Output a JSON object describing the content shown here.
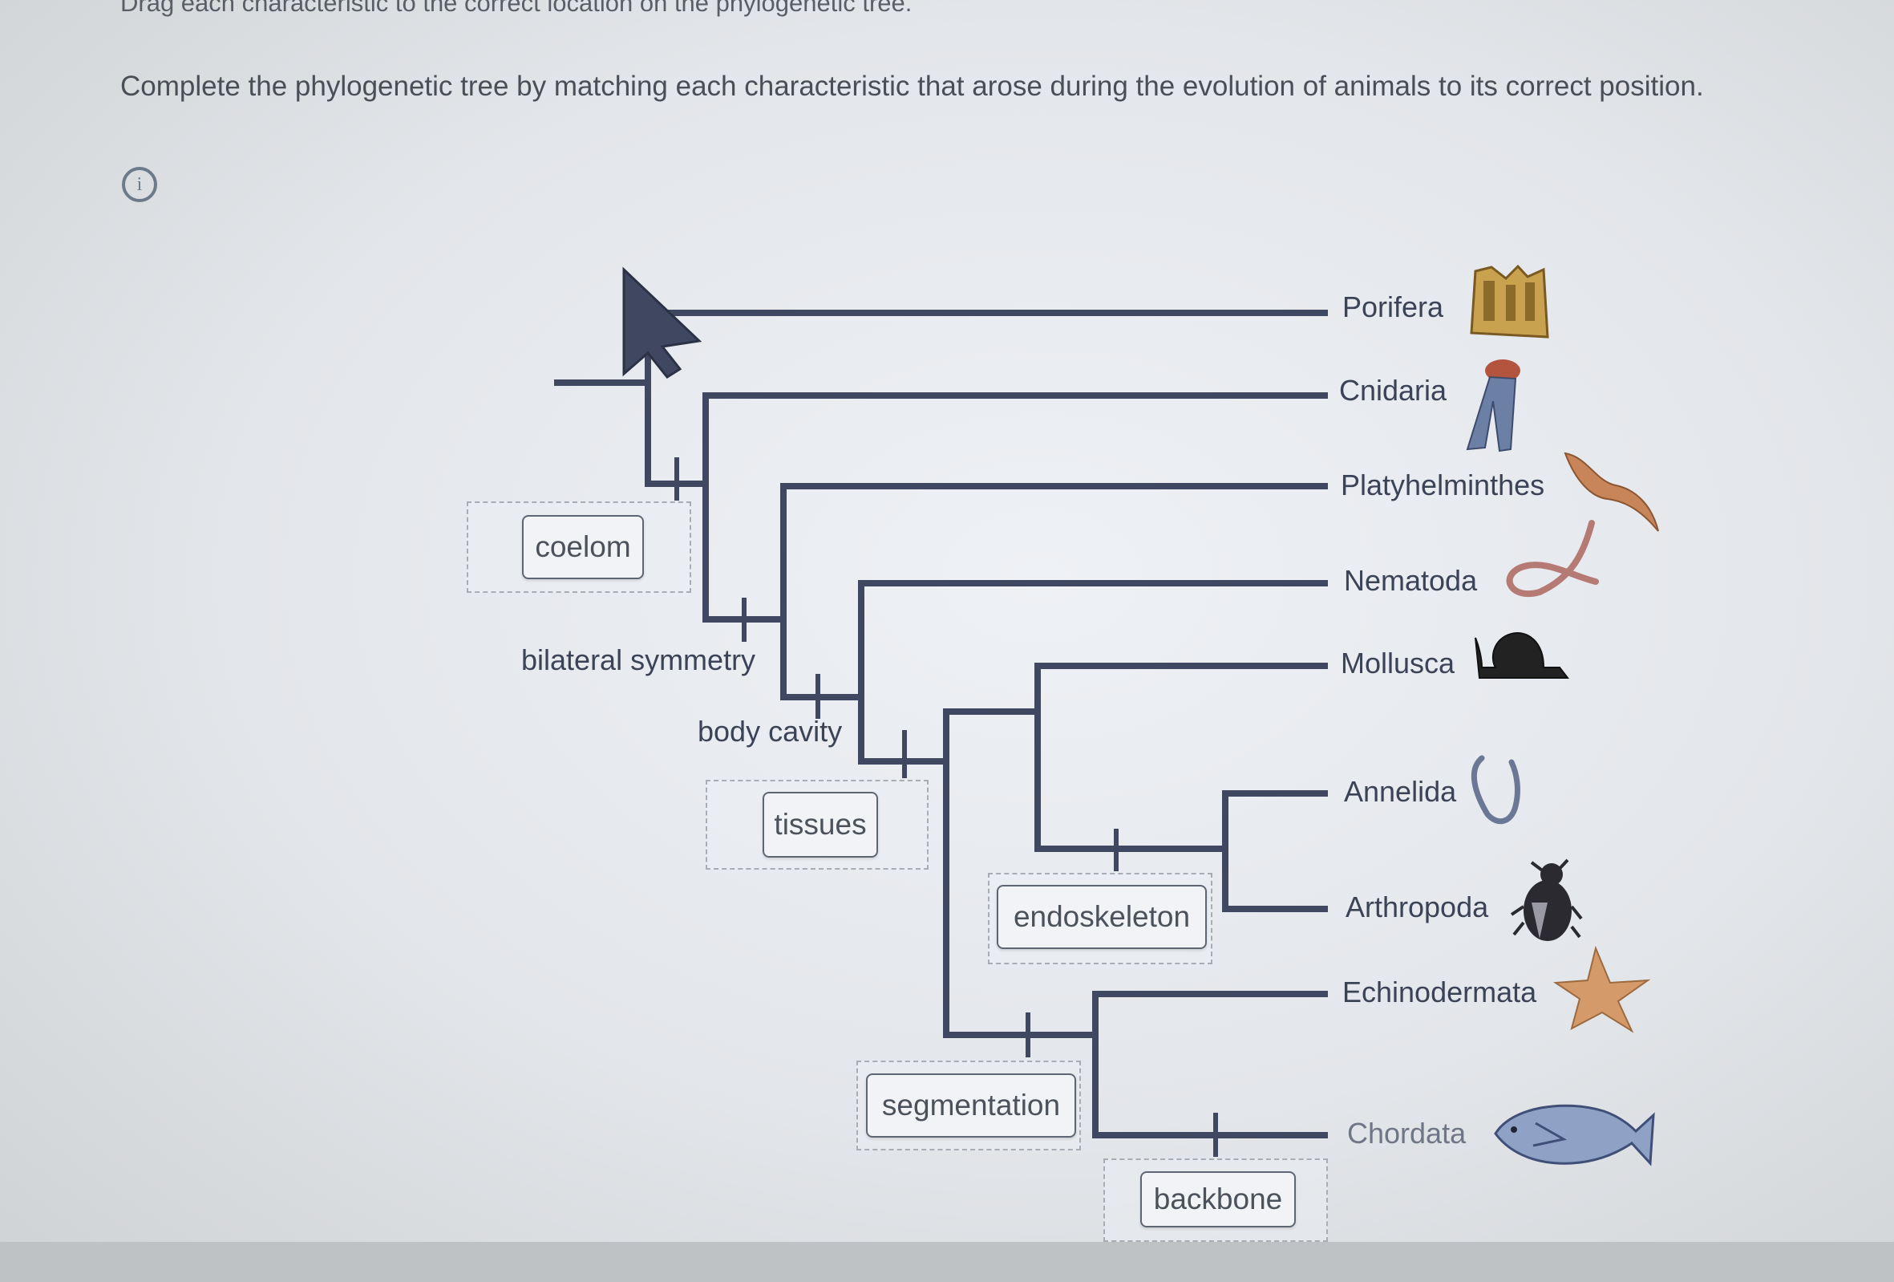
{
  "header": {
    "drag_instruction": "Drag each characteristic to the correct location on the phylogenetic tree.",
    "question": "Complete the phylogenetic tree by matching each characteristic that arose during the evolution of animals to its correct position."
  },
  "info_button": {
    "icon": "info-icon",
    "glyph": "i"
  },
  "taxa": [
    {
      "name": "Porifera",
      "icon": "sponge-icon"
    },
    {
      "name": "Cnidaria",
      "icon": "jellyfish-icon"
    },
    {
      "name": "Platyhelminthes",
      "icon": "flatworm-icon"
    },
    {
      "name": "Nematoda",
      "icon": "roundworm-icon"
    },
    {
      "name": "Mollusca",
      "icon": "snail-icon"
    },
    {
      "name": "Annelida",
      "icon": "earthworm-icon"
    },
    {
      "name": "Arthropoda",
      "icon": "beetle-icon"
    },
    {
      "name": "Echinodermata",
      "icon": "starfish-icon"
    },
    {
      "name": "Chordata",
      "icon": "fish-icon"
    }
  ],
  "placed_labels": {
    "bilateral_symmetry": "bilateral symmetry",
    "body_cavity": "body cavity"
  },
  "draggable_chips": {
    "coelom": "coelom",
    "tissues": "tissues",
    "endoskeleton": "endoskeleton",
    "segmentation": "segmentation",
    "backbone": "backbone"
  },
  "colors": {
    "branch": "#3f4860",
    "text": "#3b4356",
    "background": "#e6e9ed"
  }
}
